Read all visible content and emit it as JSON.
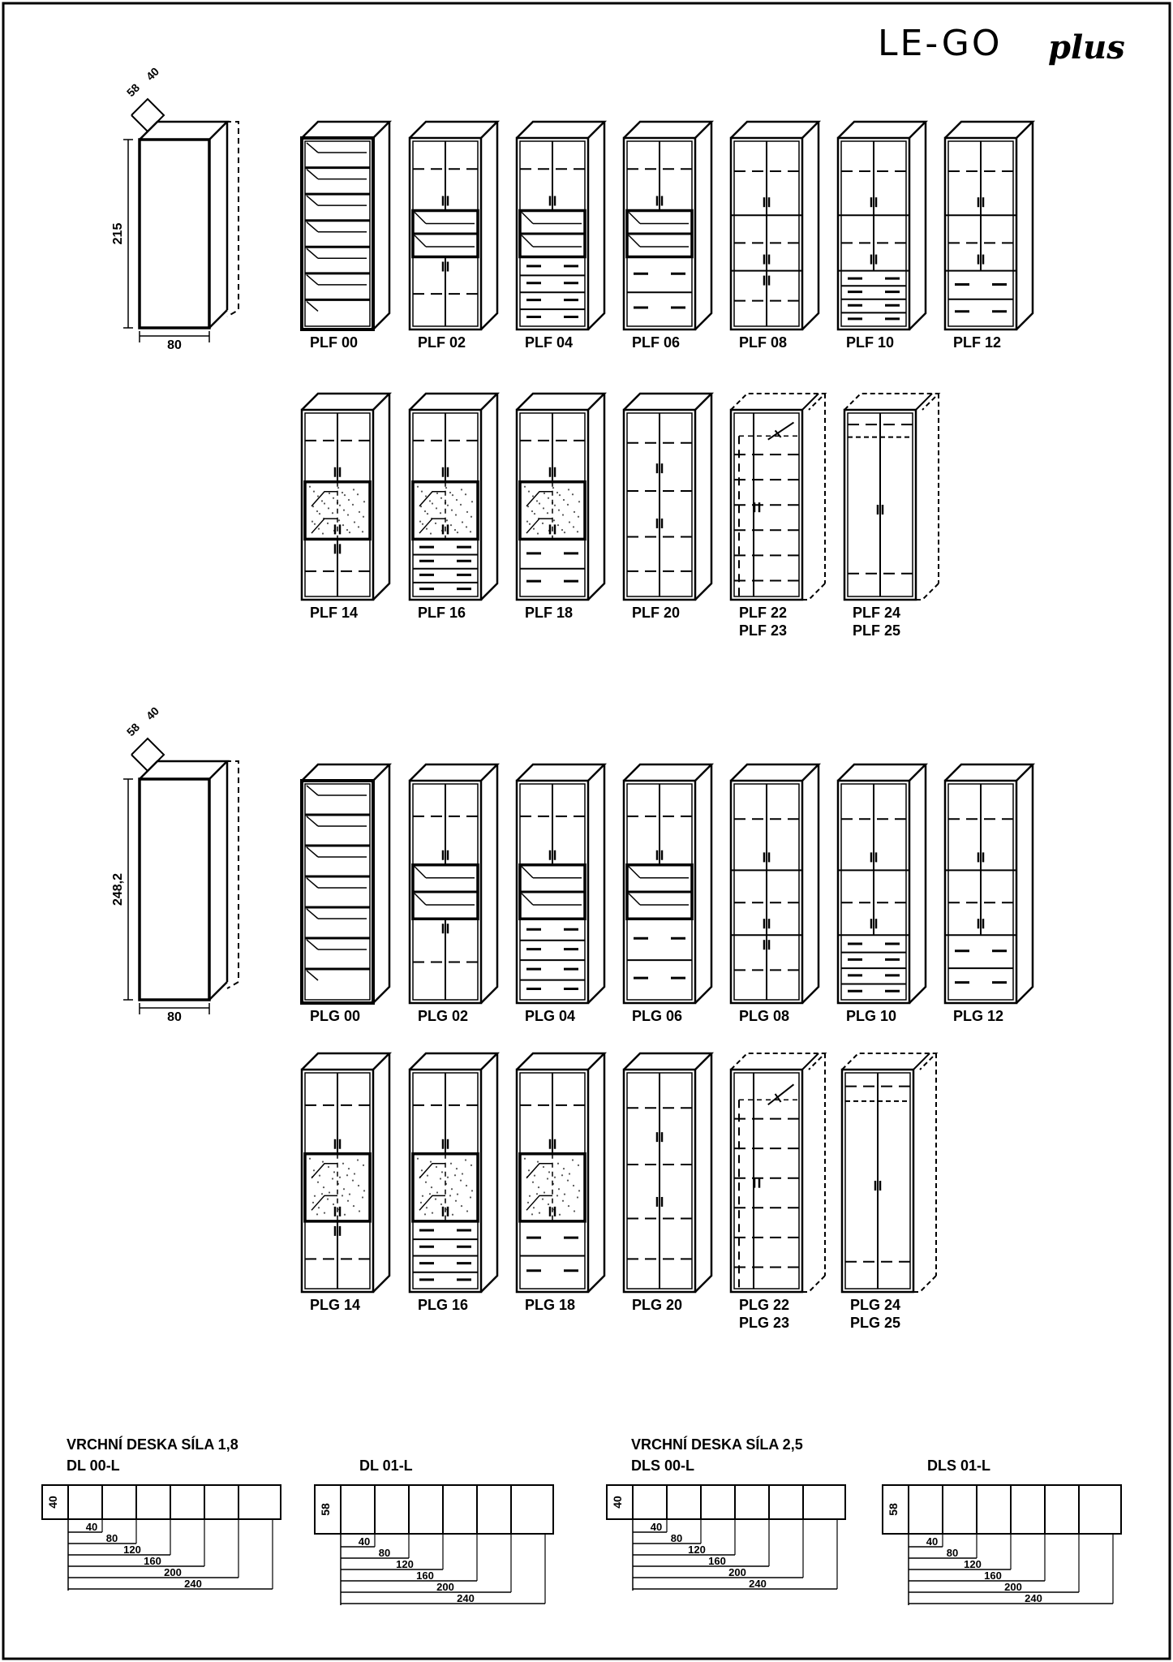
{
  "title": {
    "main": "LE-GO",
    "sub": "plus"
  },
  "section_plf": {
    "dims": {
      "depth_a": "58",
      "depth_b": "40",
      "height": "215",
      "width": "80"
    },
    "row1": [
      {
        "label": "PLF 00",
        "kind": "shelf"
      },
      {
        "label": "PLF 02",
        "kind": "mid-open"
      },
      {
        "label": "PLF 04",
        "kind": "open-drawers"
      },
      {
        "label": "PLF 06",
        "kind": "open-drawers2"
      },
      {
        "label": "PLF 08",
        "kind": "doors3"
      },
      {
        "label": "PLF 10",
        "kind": "doors-drawers4"
      },
      {
        "label": "PLF 12",
        "kind": "doors-drawers2"
      }
    ],
    "row2": [
      {
        "label": "PLF 14",
        "kind": "glass"
      },
      {
        "label": "PLF 16",
        "kind": "glass-drawers4"
      },
      {
        "label": "PLF 18",
        "kind": "glass-drawers2"
      },
      {
        "label": "PLF 20",
        "kind": "doors-full"
      },
      {
        "label": "PLF 22",
        "label2": "PLF 23",
        "kind": "wardrobe-rail"
      },
      {
        "label": "PLF 24",
        "label2": "PLF 25",
        "kind": "wardrobe"
      }
    ]
  },
  "section_plg": {
    "dims": {
      "depth_a": "58",
      "depth_b": "40",
      "height": "248,2",
      "width": "80"
    },
    "row1": [
      {
        "label": "PLG 00",
        "kind": "shelf"
      },
      {
        "label": "PLG 02",
        "kind": "mid-open"
      },
      {
        "label": "PLG 04",
        "kind": "open-drawers"
      },
      {
        "label": "PLG 06",
        "kind": "open-drawers2"
      },
      {
        "label": "PLG 08",
        "kind": "doors3"
      },
      {
        "label": "PLG 10",
        "kind": "doors-drawers4"
      },
      {
        "label": "PLG 12",
        "kind": "doors-drawers2"
      }
    ],
    "row2": [
      {
        "label": "PLG 14",
        "kind": "glass"
      },
      {
        "label": "PLG 16",
        "kind": "glass-drawers4"
      },
      {
        "label": "PLG 18",
        "kind": "glass-drawers2"
      },
      {
        "label": "PLG 20",
        "kind": "doors-full"
      },
      {
        "label": "PLG 22",
        "label2": "PLG 23",
        "kind": "wardrobe-rail"
      },
      {
        "label": "PLG 24",
        "label2": "PLG 25",
        "kind": "wardrobe"
      }
    ]
  },
  "top_boards": [
    {
      "heading": "VRCHNÍ DESKA SÍLA 1,8",
      "code": "DL 00-L",
      "depth": "40",
      "widths": [
        "40",
        "80",
        "120",
        "160",
        "200",
        "240"
      ]
    },
    {
      "heading": "",
      "code": "DL 01-L",
      "depth": "58",
      "widths": [
        "40",
        "80",
        "120",
        "160",
        "200",
        "240"
      ]
    },
    {
      "heading": "VRCHNÍ DESKA SÍLA 2,5",
      "code": "DLS 00-L",
      "depth": "40",
      "widths": [
        "40",
        "80",
        "120",
        "160",
        "200",
        "240"
      ]
    },
    {
      "heading": "",
      "code": "DLS 01-L",
      "depth": "58",
      "widths": [
        "40",
        "80",
        "120",
        "160",
        "200",
        "240"
      ]
    }
  ]
}
